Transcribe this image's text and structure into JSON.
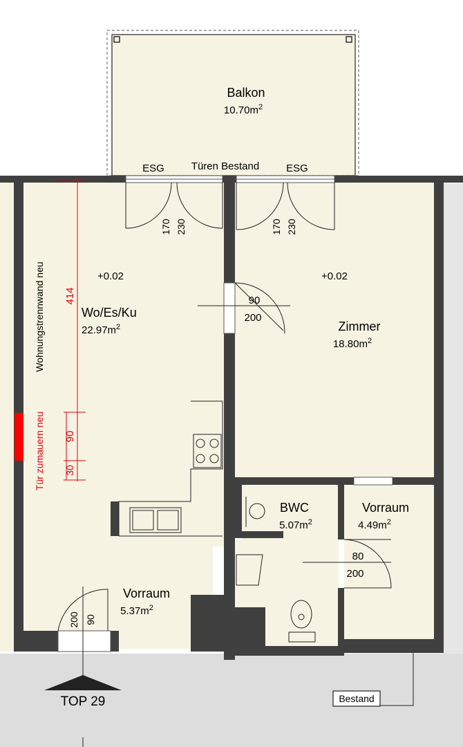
{
  "colors": {
    "floor": "#f6f3e2",
    "wall": "#404040",
    "dimension_red": "#e0000f",
    "corridor": "#dddddd",
    "wall_marker": "#ff0000"
  },
  "rooms": {
    "balkon": {
      "name": "Balkon",
      "area": "10.70m",
      "sup": "2"
    },
    "wohnen": {
      "name": "Wo/Es/Ku",
      "area": "22.97m",
      "sup": "2",
      "level": "+0.02"
    },
    "zimmer": {
      "name": "Zimmer",
      "area": "18.80m",
      "sup": "2",
      "level": "+0.02"
    },
    "bwc": {
      "name": "BWC",
      "area": "5.07m",
      "sup": "2"
    },
    "vorraum_right": {
      "name": "Vorraum",
      "area": "4.49m",
      "sup": "2"
    },
    "vorraum_left": {
      "name": "Vorraum",
      "area": "5.37m",
      "sup": "2"
    }
  },
  "labels": {
    "esg_left": "ESG",
    "esg_right": "ESG",
    "tueren_bestand": "Türen Bestand",
    "wall_note": "Wohnungstrennwand neu",
    "door_note": "Tür zumauern neu",
    "top": "TOP 29",
    "bestand": "Bestand"
  },
  "dimensions": {
    "balcony_left_w": "170",
    "balcony_left_h": "230",
    "balcony_right_w": "170",
    "balcony_right_h": "230",
    "zimmer_door_w": "90",
    "zimmer_door_h": "200",
    "bath_door_w": "80",
    "bath_door_h": "200",
    "entry_door_w": "90",
    "entry_door_h": "200",
    "red_414": "414",
    "red_90": "90",
    "red_30": "30"
  }
}
